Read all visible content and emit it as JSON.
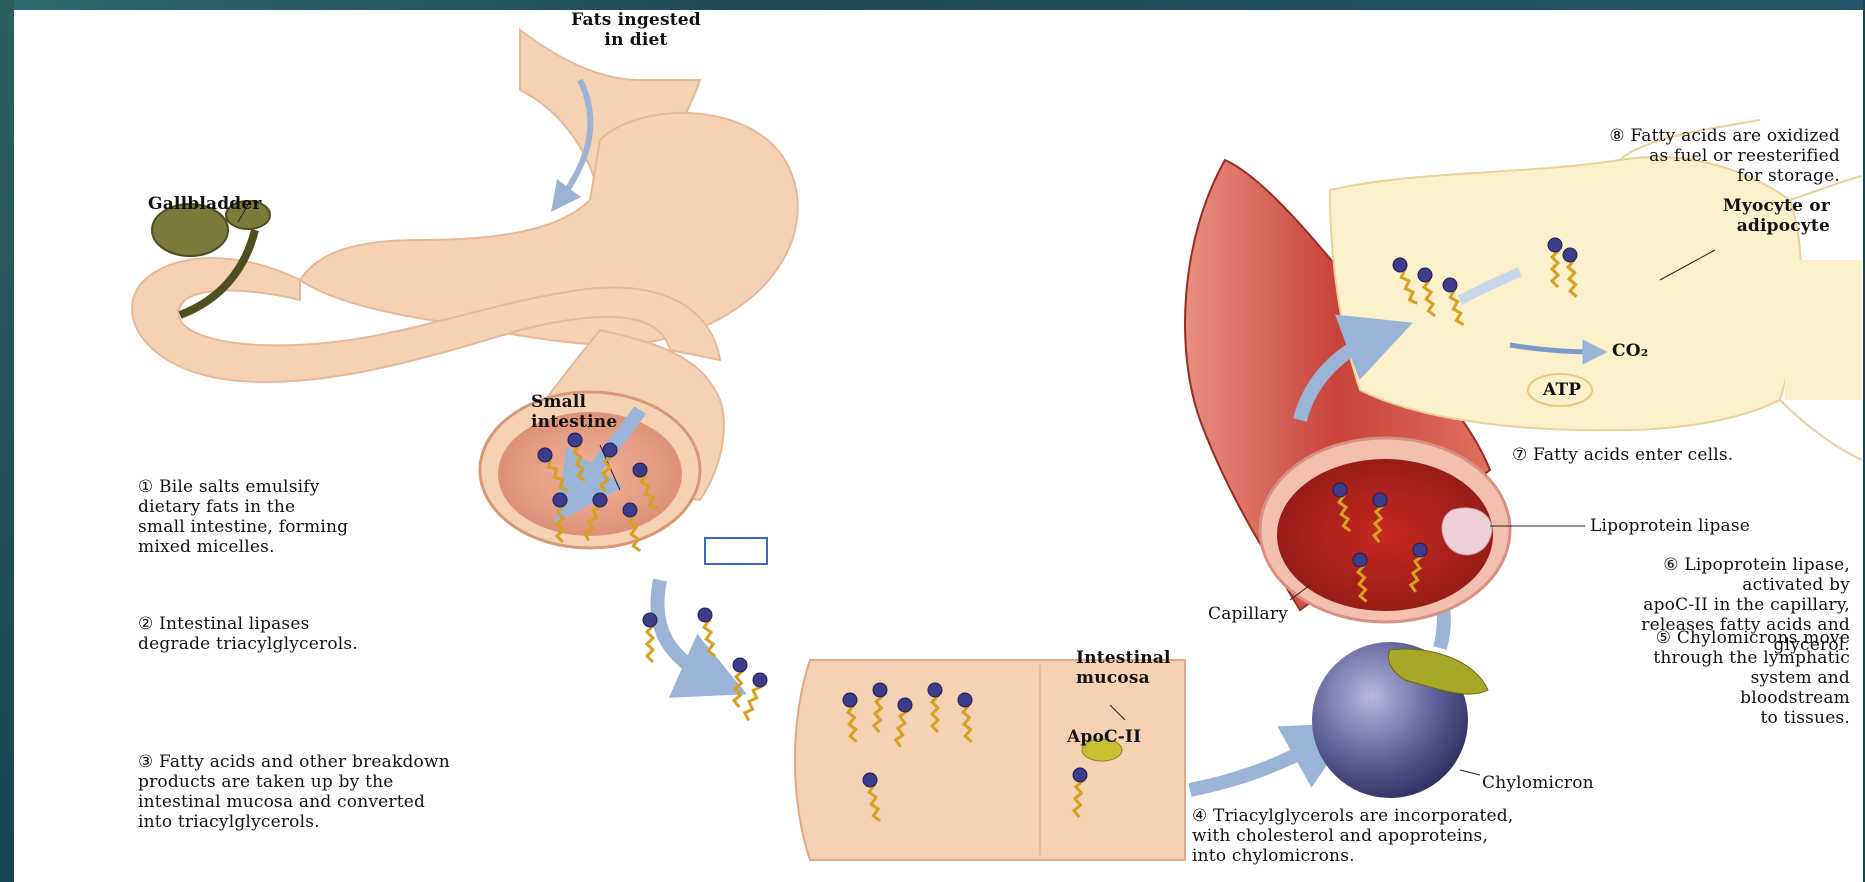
{
  "labels": {
    "fats_ingested": "Fats ingested\nin diet",
    "gallbladder": "Gallbladder",
    "small_intestine": "Small\nintestine",
    "intestinal_mucosa": "Intestinal\nmucosa",
    "apoc2": "ApoC-II",
    "chylomicron": "Chylomicron",
    "capillary": "Capillary",
    "lipoprotein_lipase": "Lipoprotein lipase",
    "myocyte": "Myocyte or\nadipocyte",
    "co2": "CO₂",
    "atp": "ATP"
  },
  "steps": {
    "s1": "① Bile salts emulsify\n    dietary fats in the\n    small intestine, forming\n    mixed micelles.",
    "s2": "② Intestinal lipases\n    degrade triacylglycerols.",
    "s3": "③ Fatty acids and other breakdown\n    products are taken up by the\n    intestinal mucosa and converted\n    into triacylglycerols.",
    "s4": "④ Triacylglycerols are incorporated,\n    with cholesterol and apoproteins,\n    into chylomicrons.",
    "s5": "⑤ Chylomicrons move\nthrough the lymphatic\nsystem and\nbloodstream\nto tissues.",
    "s6": "⑥ Lipoprotein lipase,\nactivated by\napoC-II in the capillary,\nreleases fatty acids and\nglycerol.",
    "s7": "⑦ Fatty acids enter cells.",
    "s8": "⑧ Fatty acids are oxidized\nas fuel or reesterified\nfor storage."
  },
  "colors": {
    "frame": "#1c4a55",
    "organ": "#f6d2b4",
    "organ_shade": "#e8a888",
    "gallbladder": "#7a7a3a",
    "vessel": "#c8423a",
    "cell": "#fbf0cc",
    "chylomicron": "#5a5a90",
    "arrow": "#9ab4d8",
    "micelle_head": "#3c3c8a",
    "fatty_tail": "#d8a020"
  }
}
